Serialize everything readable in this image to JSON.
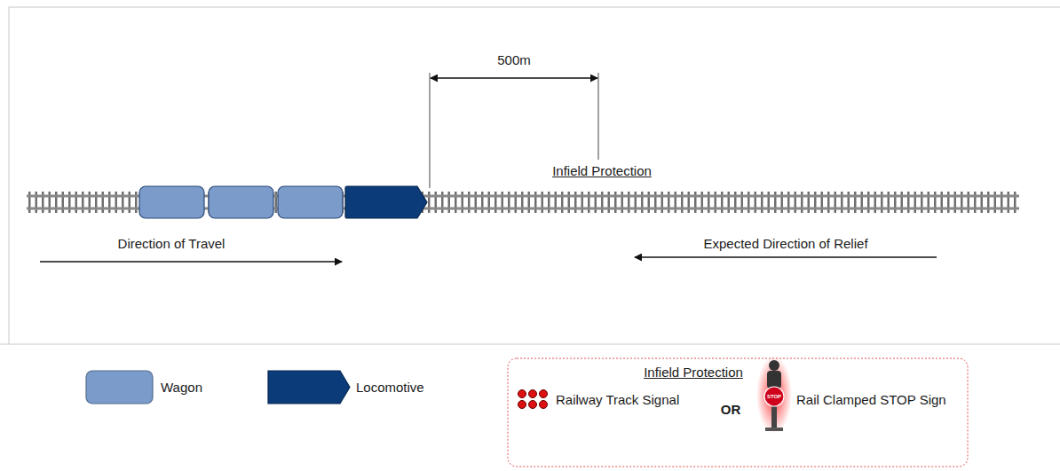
{
  "diagram": {
    "labels": [
      "500m",
      "Infield Protection",
      "Direction of Travel",
      "Expected Direction of Relief",
      "Infield Protection",
      "OR",
      "STOP"
    ],
    "legend": [
      {
        "text": "Wagon",
        "color": "#7b9bcb"
      },
      {
        "text": "Locomotive",
        "color": "#0b3b78"
      },
      {
        "text": "Railway Track Signal"
      },
      {
        "text": "Rail Clamped STOP Sign"
      }
    ]
  }
}
